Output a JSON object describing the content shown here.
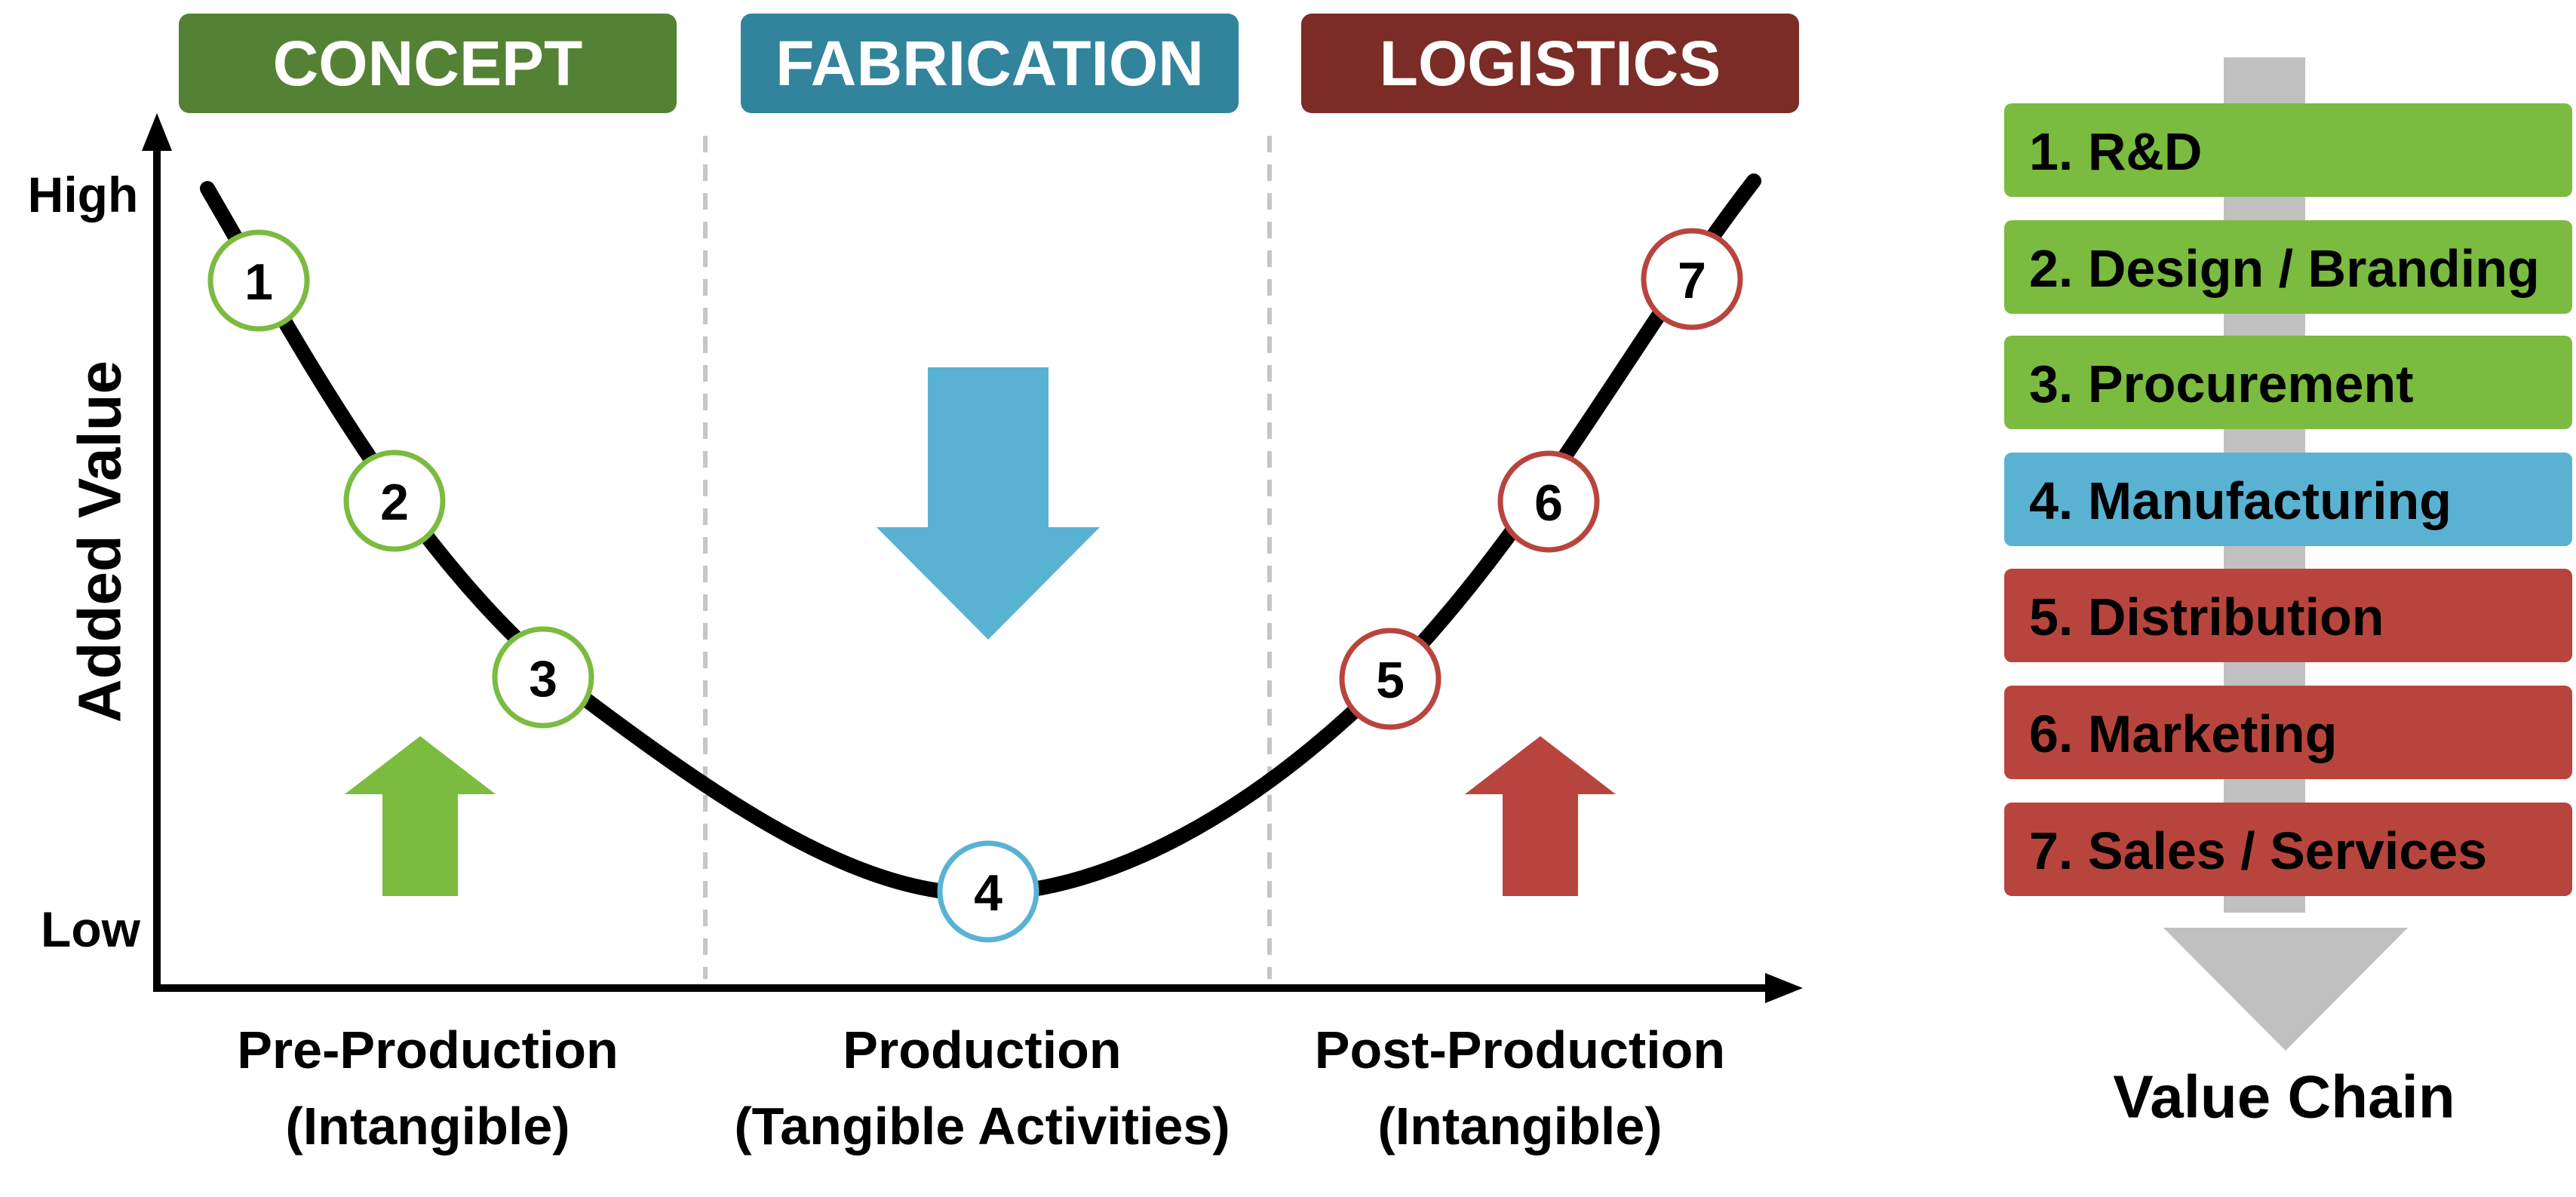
{
  "colors": {
    "concept": "#548235",
    "fabrication": "#31849b",
    "logistics": "#7b2c26",
    "green": "#7bbb40",
    "blue": "#5ab2d2",
    "red": "#b8453d",
    "gray": "#c0c0c0"
  },
  "headers": [
    {
      "label": "CONCEPT",
      "color": "#548235"
    },
    {
      "label": "FABRICATION",
      "color": "#31849b"
    },
    {
      "label": "LOGISTICS",
      "color": "#7b2c26"
    }
  ],
  "axis": {
    "y_label": "Added Value",
    "high": "High",
    "low": "Low"
  },
  "phases": [
    {
      "line1": "Pre-Production",
      "line2": "(Intangible)"
    },
    {
      "line1": "Production",
      "line2": "(Tangible Activities)"
    },
    {
      "line1": "Post-Production",
      "line2": "(Intangible)"
    }
  ],
  "nodes": [
    {
      "label": "1",
      "color": "#7bbb40"
    },
    {
      "label": "2",
      "color": "#7bbb40"
    },
    {
      "label": "3",
      "color": "#7bbb40"
    },
    {
      "label": "4",
      "color": "#5ab2d2"
    },
    {
      "label": "5",
      "color": "#b8453d"
    },
    {
      "label": "6",
      "color": "#b8453d"
    },
    {
      "label": "7",
      "color": "#b8453d"
    }
  ],
  "arrows": [
    {
      "direction": "up",
      "color": "#7bbb40"
    },
    {
      "direction": "down",
      "color": "#5ab2d2"
    },
    {
      "direction": "up",
      "color": "#b8453d"
    }
  ],
  "value_chain": {
    "title": "Value Chain",
    "items": [
      {
        "label": "1. R&D",
        "color": "#7bbb40"
      },
      {
        "label": "2. Design / Branding",
        "color": "#7bbb40"
      },
      {
        "label": "3. Procurement",
        "color": "#7bbb40"
      },
      {
        "label": "4. Manufacturing",
        "color": "#5ab2d2"
      },
      {
        "label": "5. Distribution",
        "color": "#b8453d"
      },
      {
        "label": "6. Marketing",
        "color": "#b8453d"
      },
      {
        "label": "7. Sales / Services",
        "color": "#b8453d"
      }
    ]
  }
}
